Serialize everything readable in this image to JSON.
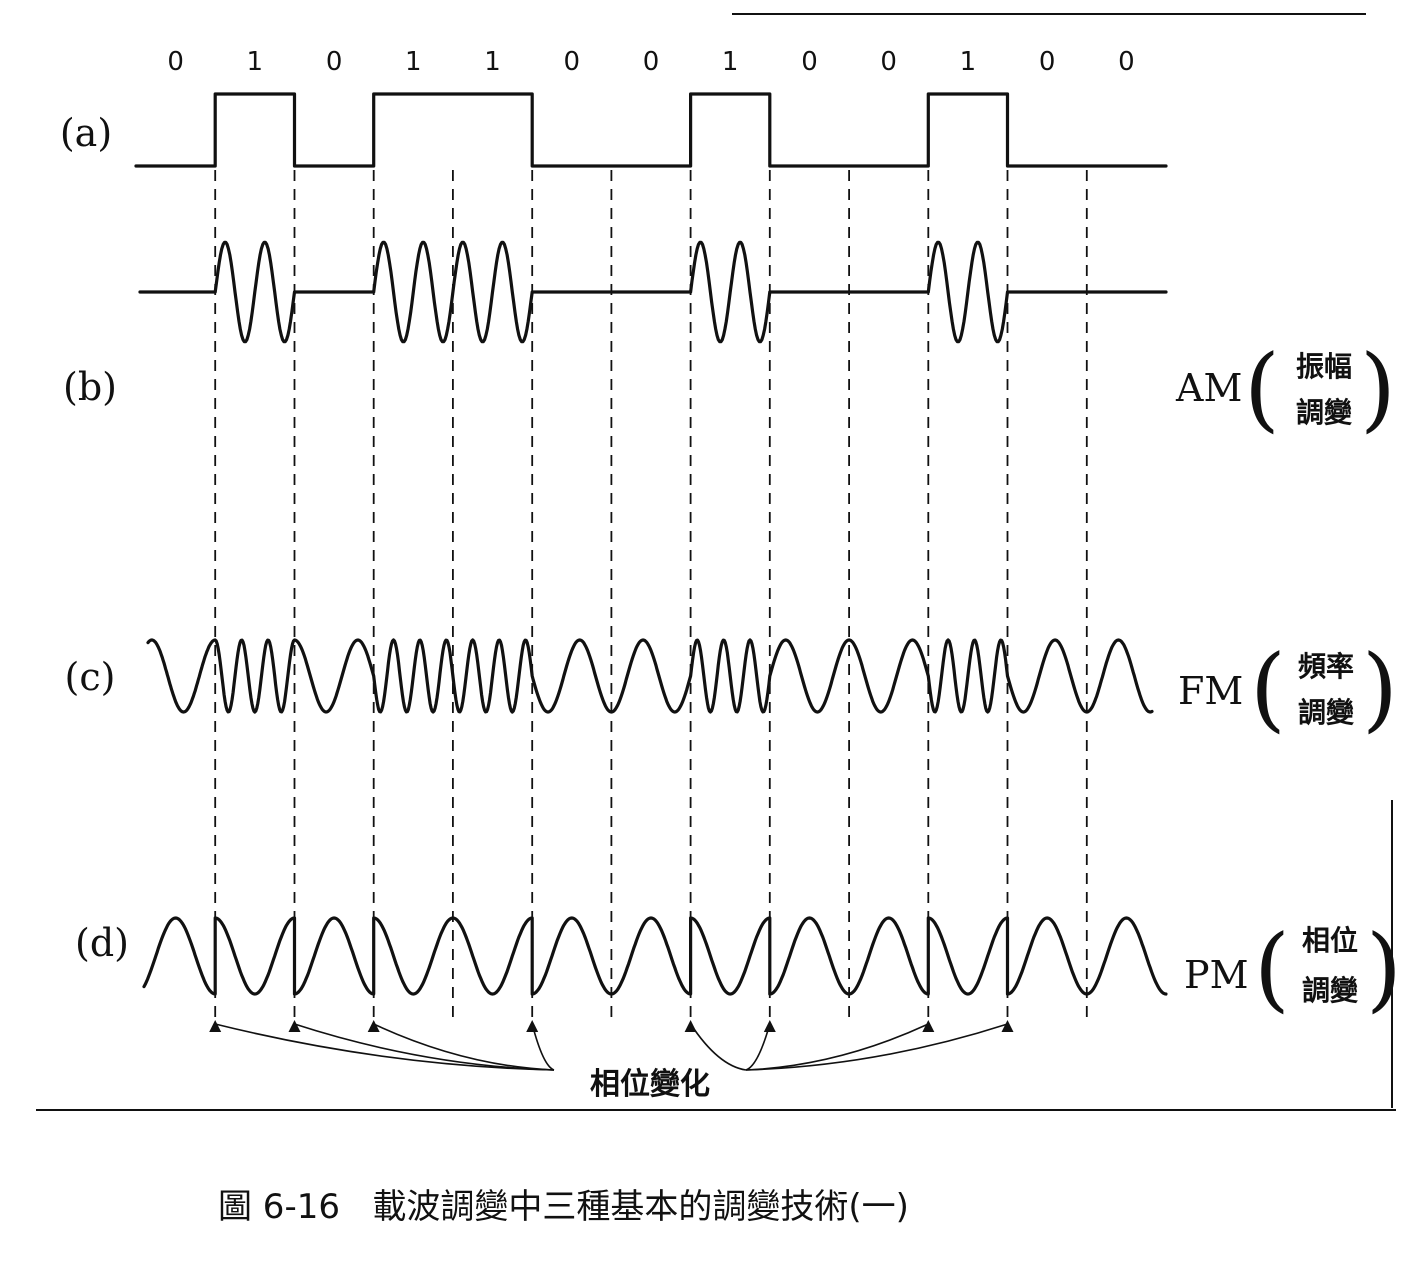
{
  "bits": [
    "0",
    "1",
    "0",
    "1",
    "1",
    "0",
    "0",
    "1",
    "0",
    "0",
    "1",
    "0",
    "0"
  ],
  "rows": {
    "a": {
      "label": "(a)"
    },
    "b": {
      "label": "(b)",
      "abbr": "AM",
      "name_top": "振幅",
      "name_bottom": "調變"
    },
    "c": {
      "label": "(c)",
      "abbr": "FM",
      "name_top": "頻率",
      "name_bottom": "調變"
    },
    "d": {
      "label": "(d)",
      "abbr": "PM",
      "name_top": "相位",
      "name_bottom": "調變"
    }
  },
  "phase_change_label": "相位變化",
  "caption": "圖 6-16   載波調變中三種基本的調變技術(一)"
}
